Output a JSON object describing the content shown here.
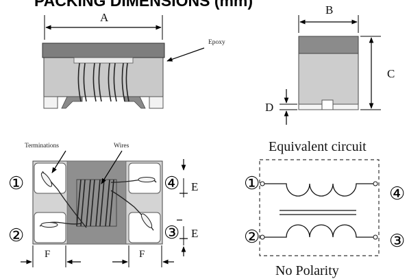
{
  "title": "PACKING DIMENSIONS (mm)",
  "dimensions": {
    "a": "A",
    "b": "B",
    "c": "C",
    "d": "D",
    "e_top": "E",
    "e_bottom": "E",
    "f_left": "F",
    "f_right": "F"
  },
  "callouts": {
    "epoxy": "Epoxy",
    "terminations": "Terminations",
    "wires": "Wires"
  },
  "pins": {
    "pin1": "①",
    "pin2": "②",
    "pin3": "③",
    "pin4": "④"
  },
  "circuit": {
    "title": "Equivalent circuit",
    "note": "No Polarity",
    "pin1": "①",
    "pin2": "②",
    "pin3": "③",
    "pin4": "④"
  }
}
